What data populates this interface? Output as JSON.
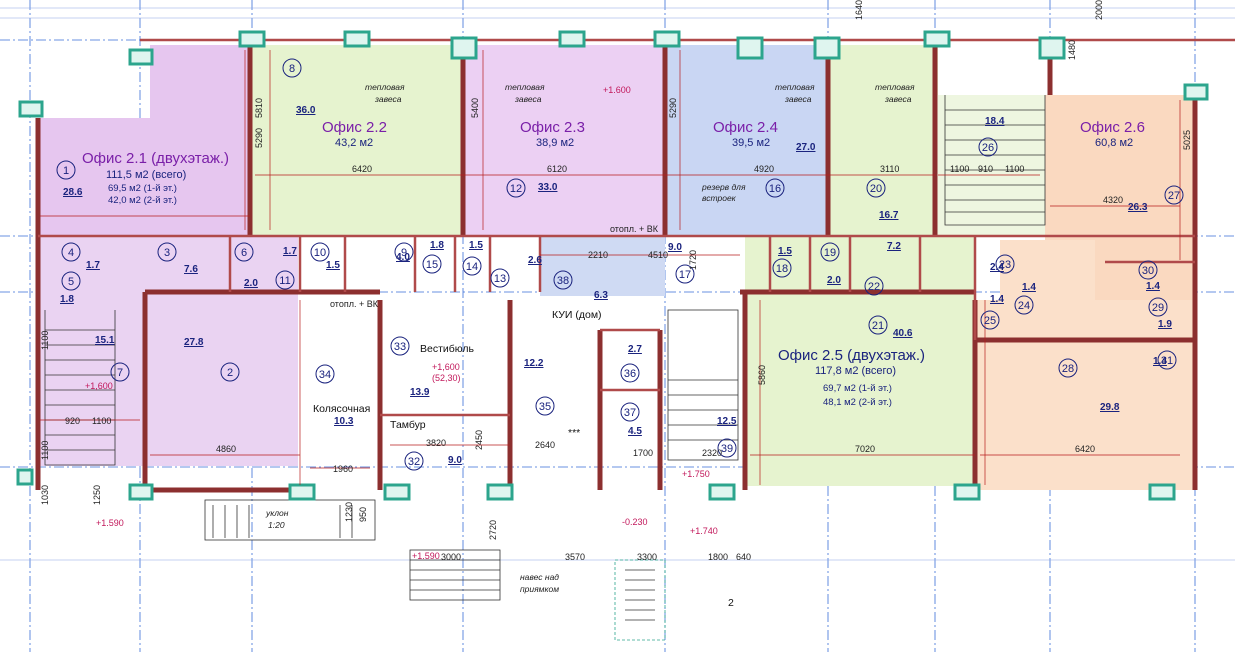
{
  "offices": [
    {
      "title": "Офис 2.1 (двухэтаж.)",
      "total": "111,5 м2 (всего)",
      "floor1": "69,5 м2 (1-й эт.)",
      "floor2": "42,0 м2 (2-й эт.)"
    },
    {
      "title": "Офис 2.2",
      "area": "43,2 м2"
    },
    {
      "title": "Офис 2.3",
      "area": "38,9 м2"
    },
    {
      "title": "Офис 2.4",
      "area": "39,5 м2"
    },
    {
      "title": "Офис 2.5 (двухэтаж.)",
      "total": "117,8 м2 (всего)",
      "floor1": "69,7 м2 (1-й эт.)",
      "floor2": "48,1 м2 (2-й эт.)"
    },
    {
      "title": "Офис 2.6",
      "area": "60,8 м2"
    }
  ],
  "rooms": {
    "vestibule": "Вестибюль",
    "stroller": "Колясочная",
    "tambour": "Тамбур",
    "kui": "КУИ (дом)",
    "canopy_1": "навес над",
    "canopy_2": "приямком",
    "ramp_1": "уклон",
    "ramp_2": "1:20",
    "reserve_1": "резерв для",
    "reserve_2": "встроек",
    "heat_1": "тепловая",
    "heat_2": "завеса",
    "otopl": "отопл. + ВК",
    "stars": "***",
    "section_mark": "2"
  },
  "room_numbers": [
    "1",
    "2",
    "3",
    "4",
    "5",
    "6",
    "7",
    "8",
    "9",
    "10",
    "11",
    "12",
    "13",
    "14",
    "15",
    "16",
    "17",
    "18",
    "19",
    "20",
    "21",
    "22",
    "23",
    "24",
    "25",
    "26",
    "27",
    "28",
    "29",
    "30",
    "31",
    "32",
    "33",
    "34",
    "35",
    "36",
    "37",
    "38",
    "39"
  ],
  "areas": {
    "a1": "28.6",
    "a2": "27.8",
    "a3": "7.6",
    "a4": "1.7",
    "a5": "1.8",
    "a6": "2.0",
    "a7": "15.1",
    "a8": "36.0",
    "a9": "4.0",
    "a10": "1.5",
    "a11": "1.7",
    "a12": "33.0",
    "a13": "2.6",
    "a14": "1.5",
    "a15": "1.8",
    "a16": "27.0",
    "a17": "9.0",
    "a18": "1.5",
    "a19": "2.0",
    "a20": "16.7",
    "a21": "40.6",
    "a22": "7.2",
    "a23": "2.4",
    "a24": "1.4",
    "a25": "1.4",
    "a26": "18.4",
    "a27": "26.3",
    "a28": "29.8",
    "a29": "1.9",
    "a30": "1.4",
    "a31": "1.4",
    "a32": "9.0",
    "a33": "13.9",
    "a34": "10.3",
    "a35": "12.2",
    "a36": "2.7",
    "a37": "4.5",
    "a38": "6.3",
    "a39": "12.5"
  },
  "levels": {
    "l1": "+1,600",
    "l1b": "(52,30)",
    "l2": "+1.600",
    "l3": "+1,600",
    "l4": "+1.590",
    "l5": "+1.590",
    "l6": "+1.750",
    "l7": "+1.740",
    "l8": "-0.230",
    "l9": "+1,600"
  },
  "dims": [
    "6420",
    "6120",
    "4920",
    "3110",
    "1100",
    "910",
    "1100",
    "4320",
    "5290",
    "5810",
    "5400",
    "5290",
    "2210",
    "4510",
    "1720",
    "5860",
    "4860",
    "3820",
    "1960",
    "2640",
    "1700",
    "2320",
    "7020",
    "6420",
    "3570",
    "3300",
    "1800",
    "640",
    "3000",
    "2720",
    "1100",
    "920",
    "1100",
    "2450",
    "1230",
    "950",
    "1480",
    "2000",
    "1640",
    "5025",
    "1250",
    "1100",
    "1030"
  ],
  "colors": {
    "pink": "#e6c6ef",
    "green": "#e6f3cf",
    "blue": "#c9d6f3",
    "peach": "#fad9c0",
    "wall": "#b04a4a",
    "column": "#2ca58d"
  }
}
